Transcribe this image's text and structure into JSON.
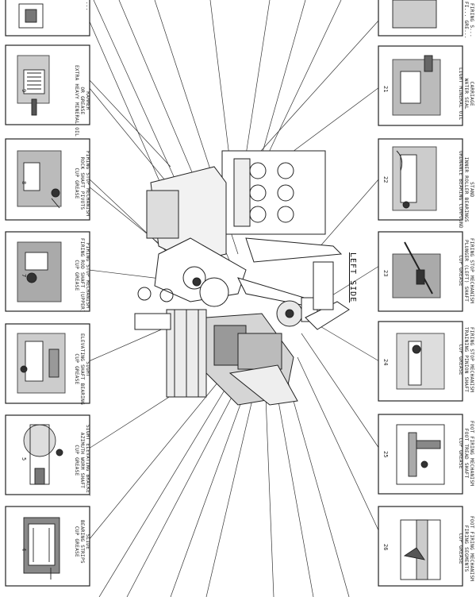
{
  "diagram": {
    "side_label": "LEFT SIDE",
    "left_panels": [
      {
        "number": "",
        "text": "..."
      },
      {
        "number": "9",
        "text": "RAMMER\nOR GREASE\nEXTRA HEAVY MINERAL OIL"
      },
      {
        "number": "8",
        "text": "FIRING STOP MECHANISM\nROCK SHAFT PIVOTS\nCUP GREASE"
      },
      {
        "number": "7",
        "text": "FIRING STOP MECHANISM\nFIRING ROD SHAFT (UPPER)\nCUP GREASE"
      },
      {
        "number": "6",
        "text": "SIGHT\nELEVATING SHAFT BEARING\nCUP GREASE"
      },
      {
        "number": "5",
        "text": "SIGHT ELEVATING BRACKET\nAZIMUTH WORM SHAFT\nCUP GREASE"
      },
      {
        "number": "4",
        "text": "SLIDE\nBEARING STRIPS\nCUP GREASE"
      }
    ],
    "right_panels": [
      {
        "number": "",
        "text": "FIRING S...\nFI... GRE..."
      },
      {
        "number": "21",
        "text": "CARRIAGE\nWATER SEAL\nLIGHT MINERAL OIL"
      },
      {
        "number": "22",
        "text": "STAND\nINNER ROLLER BEARINGS\nORDNANCE BEARING COMPOUND"
      },
      {
        "number": "23",
        "text": "FIRING STOP MECHANISM\nPLUNGER (LEFT) SHAFT\nCUP GREASE"
      },
      {
        "number": "24",
        "text": "FIRING STOP MECHANISM\nTRAINING PINION SHAFT\nCUP GREASE"
      },
      {
        "number": "25",
        "text": "FOOT FIRING MECHANISM\nFOOT TREAD SHAFT\nCUP GREASE"
      },
      {
        "number": "26",
        "text": "FOOT FIRING MECHANISM\nFIRING SEGMENTS\nCUP GREASE"
      }
    ]
  }
}
